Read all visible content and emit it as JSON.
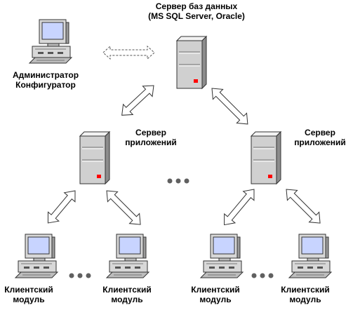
{
  "db_server": {
    "label_line1": "Сервер баз данных",
    "label_line2": "(MS SQL Server, Oracle)"
  },
  "admin": {
    "label_line1": "Администратор",
    "label_line2": "Конфигуратор"
  },
  "app_server_left": {
    "label_line1": "Сервер",
    "label_line2": "приложений"
  },
  "app_server_right": {
    "label_line1": "Сервер",
    "label_line2": "приложений"
  },
  "clients": [
    {
      "label_line1": "Клиентский",
      "label_line2": "модуль"
    },
    {
      "label_line1": "Клиентский",
      "label_line2": "модуль"
    },
    {
      "label_line1": "Клиентский",
      "label_line2": "модуль"
    },
    {
      "label_line1": "Клиентский",
      "label_line2": "модуль"
    }
  ],
  "colors": {
    "server_fill": "#d0d0d0",
    "server_dark": "#8c8c8c",
    "monitor_screen": "#c8d4ff",
    "led": "#ff0000",
    "ellipsis": "#606060"
  },
  "icons": {
    "server": "server-tower-icon",
    "computer": "desktop-computer-icon"
  }
}
